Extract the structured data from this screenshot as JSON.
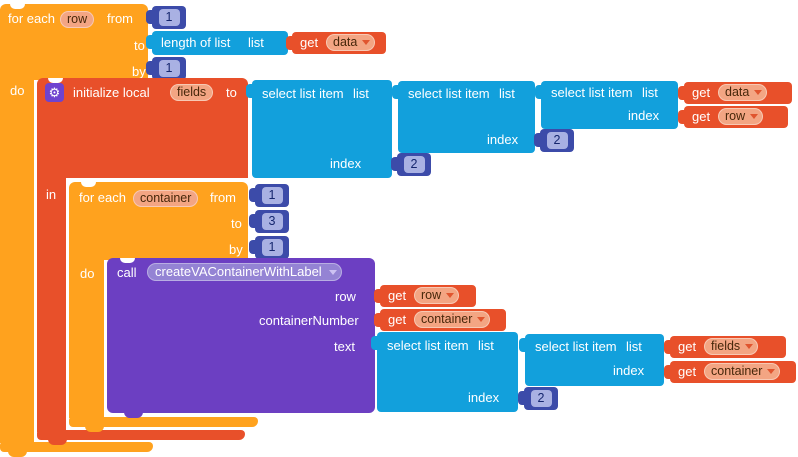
{
  "strings": {
    "for_each": "for each",
    "from": "from",
    "to": "to",
    "by": "by",
    "do": "do",
    "in": "in",
    "initialize_local": "initialize local",
    "length_of_list": "length of list",
    "list": "list",
    "select_list_item": "select list item",
    "index": "index",
    "get": "get",
    "call": "call",
    "param_row": "row",
    "param_container_number": "containerNumber",
    "param_text": "text"
  },
  "vars": {
    "row": "row",
    "data": "data",
    "fields": "fields",
    "container": "container"
  },
  "numbers": {
    "outer_from": "1",
    "outer_by": "1",
    "sel1_index": "2",
    "sel2_index": "2",
    "inner_from": "1",
    "inner_to": "3",
    "inner_by": "1",
    "sel4_index": "2"
  },
  "gets": {
    "to_expr": "data",
    "sel3_list": "data",
    "sel3_index": "row",
    "param_row": "row",
    "param_container": "container",
    "sel5_list": "fields",
    "sel5_index": "container"
  },
  "procedure": {
    "name": "createVAContainerWithLabel"
  },
  "icons": {
    "gear": "⚙"
  },
  "colors": {
    "loop_block": "#FFA21E",
    "local_var_block": "#E8502A",
    "list_block": "#12A0DC",
    "math_block": "#3C4BA9",
    "math_field": "#A9B1E3",
    "procedure_block": "#6C3FC2",
    "procedure_field": "#9483D4",
    "variable_get_block": "#E8502A",
    "variable_field": "#F3A583",
    "gear_icon_bg": "#6F43CF"
  }
}
